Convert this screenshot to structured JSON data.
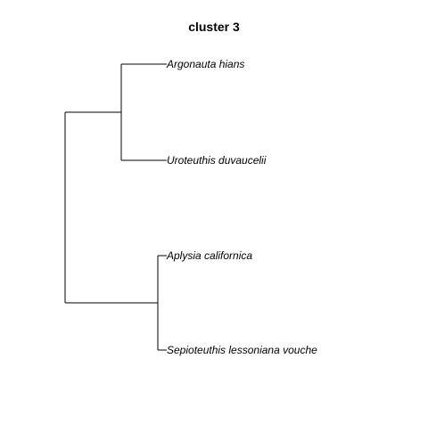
{
  "title": "cluster 3",
  "tree": {
    "tips": [
      "Argonauta hians",
      "Uroteuthis duvaucelii",
      "Aplysia californica",
      "Sepioteuthis lessoniana vouche"
    ]
  },
  "colors": {
    "line": "#000000",
    "text": "#000000",
    "background": "#ffffff"
  }
}
